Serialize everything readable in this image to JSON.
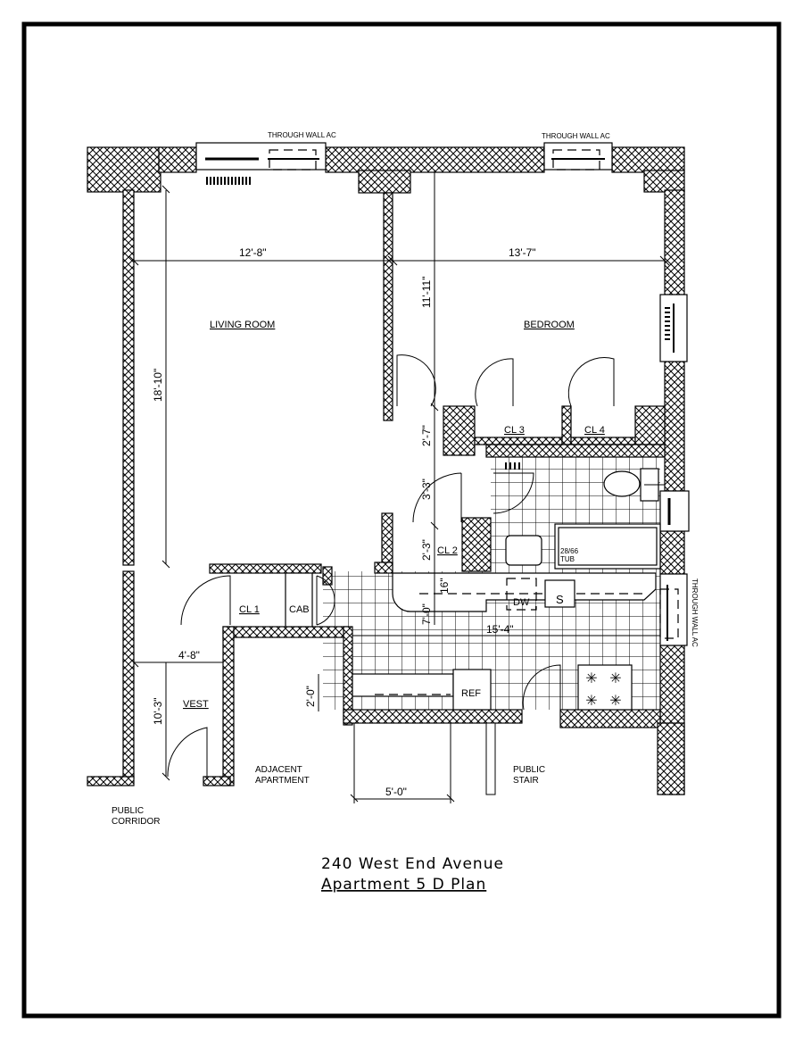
{
  "plan": {
    "title_line1": "240 West End Avenue",
    "title_line2": "Apartment 5 D Plan",
    "rooms": {
      "living_room": "LIVING ROOM",
      "bedroom": "BEDROOM",
      "closet_1": "CL 1",
      "closet_2": "CL 2",
      "closet_3": "CL 3",
      "closet_4": "CL 4",
      "cabinet": "CAB",
      "vestibule": "VEST"
    },
    "fixtures": {
      "tub_size": "28/66",
      "tub": "TUB",
      "dishwasher": "DW",
      "sink": "S",
      "refrigerator": "REF"
    },
    "ac_labels": [
      "THROUGH WALL AC",
      "THROUGH WALL AC",
      "THROUGH WALL AC"
    ],
    "surroundings": {
      "adjacent_1": "ADJACENT",
      "adjacent_2": "APARTMENT",
      "stair_1": "PUBLIC",
      "stair_2": "STAIR",
      "corridor_1": "PUBLIC",
      "corridor_2": "CORRIDOR"
    },
    "dimensions": {
      "living_width": "12'-8\"",
      "bedroom_width": "13'-7\"",
      "bedroom_depth": "11'-11\"",
      "living_depth": "18'-10\"",
      "closet_2_7": "2'-7\"",
      "closet_3_3": "3'-3\"",
      "closet_2_3": "2'-3\"",
      "counter_16": "16\"",
      "kitchen_7_0": "7'-0\"",
      "kitchen_width": "15'-4\"",
      "vest_width": "4'-8\"",
      "vest_depth": "10'-3\"",
      "counter_2_0": "2'-0\"",
      "counter_5_0": "5'-0\""
    }
  }
}
